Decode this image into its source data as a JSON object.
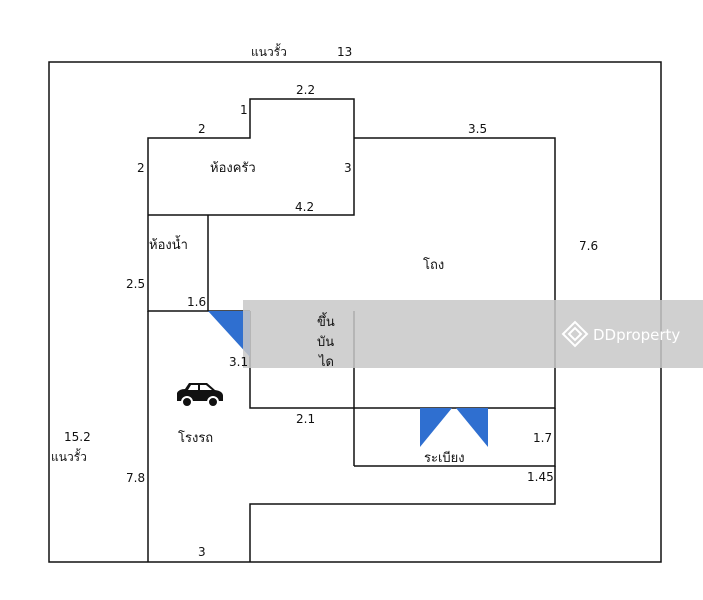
{
  "labels": {
    "fence_top": "แนวรั้ว",
    "fence_top_len": "13",
    "fence_left_len": "15.2",
    "fence_left": "แนวรั้ว",
    "right_len": "7.6",
    "kitchen": "ห้องครัว",
    "bathroom": "ห้องน้ำ",
    "hall": "โถง",
    "stairs_1": "ขึ้น",
    "stairs_2": "บัน",
    "stairs_3": "ได",
    "garage": "โรงรถ",
    "terrace": "ระเบียง",
    "d_2_2": "2.2",
    "d_1": "1",
    "d_2_top": "2",
    "d_2_left": "2",
    "d_3": "3",
    "d_3_5": "3.5",
    "d_4_2": "4.2",
    "d_2_5": "2.5",
    "d_1_6": "1.6",
    "d_3_1": "3.1",
    "d_2_1": "2.1",
    "d_1_7": "1.7",
    "d_1_45": "1.45",
    "d_7_8": "7.8",
    "d_3_bottom": "3"
  },
  "watermark": {
    "text": "DDproperty",
    "icon": "ddproperty-logo-icon"
  },
  "icons": {
    "car": "car-icon"
  },
  "colors": {
    "wall": "#111111",
    "accent_blue": "#2f6fd0",
    "watermark_band": "#c8c8c8"
  }
}
